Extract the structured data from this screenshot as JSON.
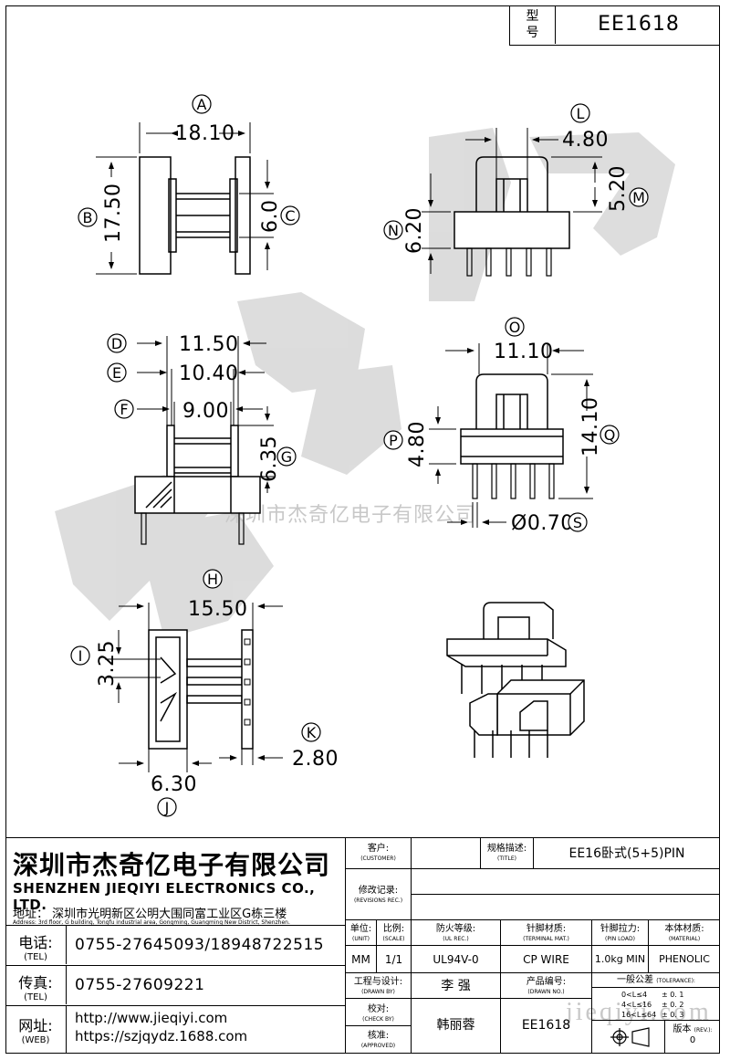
{
  "model": {
    "label": "型\n号",
    "label_top": "型",
    "label_bottom": "号",
    "value": "EE1618"
  },
  "dims": {
    "A": "18.10",
    "B": "17.50",
    "C": "6.0",
    "D": "11.50",
    "E": "10.40",
    "F": "9.00",
    "G": "6.35",
    "H": "15.50",
    "I": "3.25",
    "J": "6.30",
    "K": "2.80",
    "L": "4.80",
    "M": "5.20",
    "N": "6.20",
    "O": "11.10",
    "P": "4.80",
    "Q": "14.10",
    "S": "Ø0.70"
  },
  "letters": {
    "A": "A",
    "B": "B",
    "C": "C",
    "D": "D",
    "E": "E",
    "F": "F",
    "G": "G",
    "H": "H",
    "I": "I",
    "J": "J",
    "K": "K",
    "L": "L",
    "M": "M",
    "N": "N",
    "O": "O",
    "P": "P",
    "Q": "Q",
    "S": "S"
  },
  "watermark": {
    "text": "深圳市杰奇亿电子有限公司",
    "url_text": "jieqiyi.com"
  },
  "company": {
    "name": "深圳市杰奇亿电子有限公司",
    "name_en": "SHENZHEN JIEQIYI ELECTRONICS CO., LTD.",
    "address_label": "地址：",
    "address": "深圳市光明新区公明大围同富工业区G栋三楼",
    "address_en": "Address: 3rd floor, G building, Tongfu industrial area, Gongming, Guangming New District, Shenzhen.",
    "tel_label": "电话:",
    "tel_label_en": "(TEL)",
    "tel": "0755-27645093/18948722515",
    "fax_label": "传真:",
    "fax_label_en": "(TEL)",
    "fax": "0755-27609221",
    "web_label": "网址:",
    "web_label_en": "(WEB)",
    "web1": "http://www.jieqiyi.com",
    "web2": "https://szjqydz.1688.com"
  },
  "block": {
    "customer": "客户:",
    "customer_en": "(CUSTOMER)",
    "title_label": "规格描述:",
    "title_en": "(TITLE)",
    "title_value": "EE16卧式(5+5)PIN",
    "revisions": "修改记录:",
    "revisions_en": "(REVISIONS REC.)",
    "headers": [
      {
        "zh": "单位:",
        "en": "(UNIT)"
      },
      {
        "zh": "比例:",
        "en": "(SCALE)"
      },
      {
        "zh": "防火等级:",
        "en": "(UL REC.)"
      },
      {
        "zh": "针脚材质:",
        "en": "(TERMINAL MAT.)"
      },
      {
        "zh": "针脚拉力:",
        "en": "(PIN LOAD)"
      },
      {
        "zh": "本体材质:",
        "en": "(MATERIAL)"
      }
    ],
    "values": [
      "MM",
      "1/1",
      "UL94V-0",
      "CP WIRE",
      "1.0kg MIN",
      "PHENOLIC"
    ],
    "drawn_label": "工程与设计:",
    "drawn_en": "(DRAWN BY)",
    "drawn_value": "李 强",
    "check_label": "校对:",
    "check_en": "(CHECK BY)",
    "approved_label": "核准:",
    "approved_en": "(APPROVED)",
    "approved_value": "韩丽蓉",
    "pn_label": "产品编号:",
    "pn_en": "(DRAWN NO.)",
    "pn_value": "EE1618",
    "tol_label": "一般公差",
    "tol_en": "(TOLERANCE):",
    "tol_rows": [
      {
        "range": "0<L≤4",
        "tol": "± 0. 1"
      },
      {
        "range": "4<L≤16",
        "tol": "± 0. 2"
      },
      {
        "range": "16<L≤64",
        "tol": "± 0. 3"
      }
    ],
    "rev_label": "版本",
    "rev_en": "(REV.):",
    "rev_value": "0"
  }
}
